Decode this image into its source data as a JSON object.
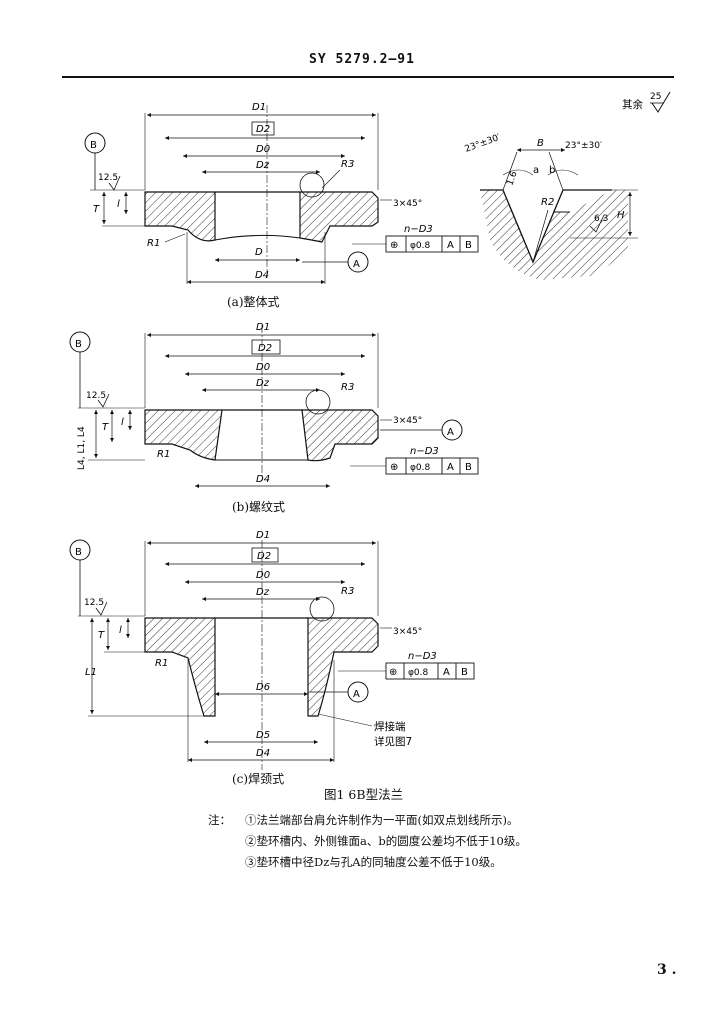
{
  "header": {
    "standard_number": "SY 5279.2—91"
  },
  "figure": {
    "title": "图1   6B型法兰",
    "roughness_general": {
      "label": "其余",
      "value": "25"
    },
    "groove_detail": {
      "angle_left": "23°±30′",
      "angle_right": "23°±30′",
      "width": "B",
      "face_a": "a",
      "face_b": "b",
      "roughness_face": "1.6",
      "radius": "R2",
      "roughness_bottom": "6.3",
      "depth": "H"
    },
    "subfigures": [
      {
        "caption": "(a)整体式",
        "datum_top": "B",
        "datum_bottom": "A",
        "dims": {
          "d1": "D1",
          "d2": "D2",
          "d0": "D0",
          "dz": "Dz",
          "d": "D",
          "d4": "D4",
          "r3": "R3",
          "r1": "R1",
          "t": "T",
          "l": "l",
          "chamfer": "3×45°",
          "roughness": "12.5"
        },
        "tol": {
          "holes": "n−D3",
          "sym": "⊕",
          "val": "φ0.8",
          "ref1": "A",
          "ref2": "B"
        }
      },
      {
        "caption": "(b)螺纹式",
        "datum_top": "B",
        "datum_bottom": "A",
        "dims": {
          "d1": "D1",
          "d2": "D2",
          "d0": "D0",
          "dz": "Dz",
          "d4": "D4",
          "r3": "R3",
          "r1": "R1",
          "t": "T",
          "l": "l",
          "l_stack": "L4, L1, L4",
          "chamfer": "3×45°",
          "roughness": "12.5"
        },
        "tol": {
          "holes": "n−D3",
          "sym": "⊕",
          "val": "φ0.8",
          "ref1": "A",
          "ref2": "B"
        }
      },
      {
        "caption": "(c)焊颈式",
        "datum_top": "B",
        "datum_bottom": "A",
        "dims": {
          "d1": "D1",
          "d2": "D2",
          "d0": "D0",
          "dz": "Dz",
          "d6": "D6",
          "d5": "D5",
          "d4": "D4",
          "r3": "R3",
          "r1": "R1",
          "t": "T",
          "l": "l",
          "l1": "L1",
          "chamfer": "3×45°",
          "roughness": "12.5"
        },
        "tol": {
          "holes": "n−D3",
          "sym": "⊕",
          "val": "φ0.8",
          "ref1": "A",
          "ref2": "B"
        },
        "weld_note_1": "焊接端",
        "weld_note_2": "详见图7"
      }
    ]
  },
  "notes": {
    "label": "注：",
    "items": [
      "①法兰端部台肩允许制作为一平面(如双点划线所示)。",
      "②垫环槽内、外侧锥面a、b的圆度公差均不低于10级。",
      "③垫环槽中径Dz与孔A的同轴度公差不低于10级。"
    ]
  },
  "page_number": "3 ."
}
